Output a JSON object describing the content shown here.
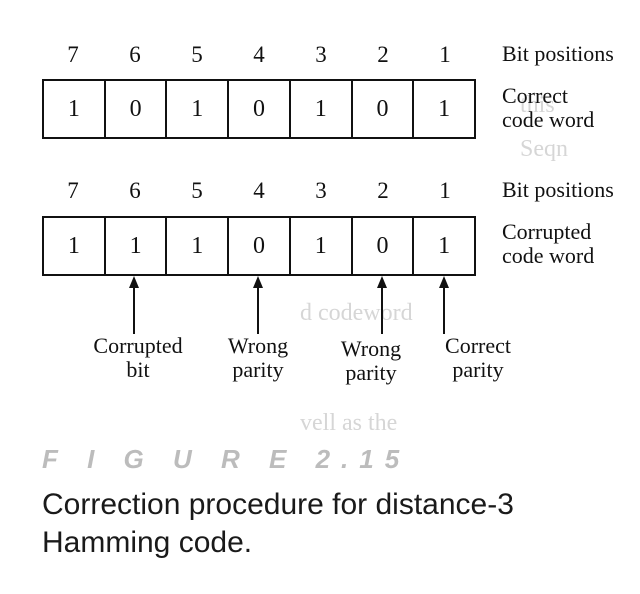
{
  "figure": {
    "bit_positions": [
      "7",
      "6",
      "5",
      "4",
      "3",
      "2",
      "1"
    ],
    "bit_positions_label": "Bit positions",
    "correct_word": {
      "bits": [
        "1",
        "0",
        "1",
        "0",
        "1",
        "0",
        "1"
      ],
      "label_line1": "Correct",
      "label_line2": "code word"
    },
    "corrupted_word": {
      "bits": [
        "1",
        "1",
        "1",
        "0",
        "1",
        "0",
        "1"
      ],
      "label_line1": "Corrupted",
      "label_line2": "code word"
    },
    "annotations": [
      {
        "line1": "Corrupted",
        "line2": "bit"
      },
      {
        "line1": "Wrong",
        "line2": "parity"
      },
      {
        "line1": "Wrong",
        "line2": "parity"
      },
      {
        "line1": "Correct",
        "line2": "parity"
      }
    ],
    "label": "F I G U R E   2.15",
    "caption": "Correction procedure for distance-3 Hamming code."
  }
}
